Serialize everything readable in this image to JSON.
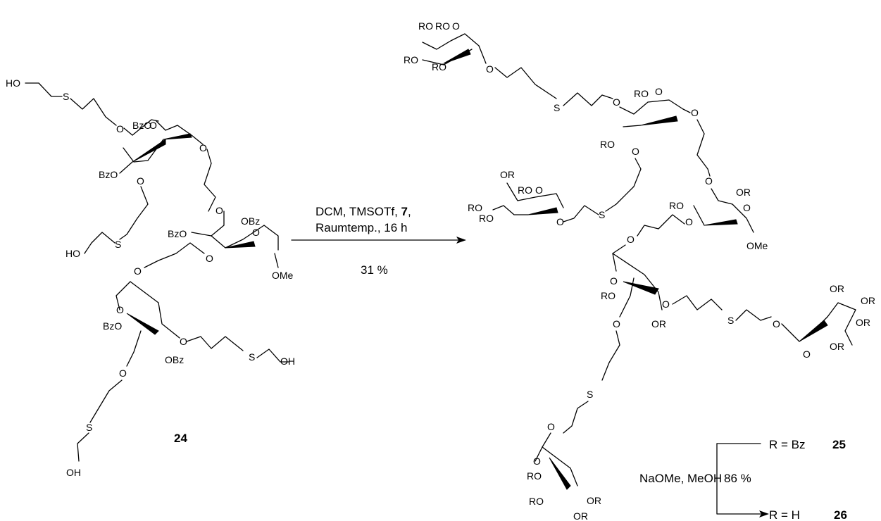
{
  "reaction": {
    "reagents": "DCM, TMSOTf,",
    "reagent_ref": "7",
    "conditions": "Raumtemp., 16 h",
    "yield": "31 %"
  },
  "compounds": {
    "start_label": "24",
    "product_label_bz": "25",
    "product_label_h": "26"
  },
  "deprotection": {
    "reagents": "NaOMe, MeOH",
    "yield": "86 %",
    "r_bz": "R = Bz",
    "r_h": "R = H"
  },
  "atoms": {
    "HO": "HO",
    "OH": "OH",
    "S": "S",
    "O": "O",
    "BzO": "BzO",
    "OBz": "OBz",
    "OMe": "OMe",
    "RO": "RO",
    "OR": "OR"
  },
  "colors": {
    "ink": "#000000",
    "background": "#ffffff"
  }
}
